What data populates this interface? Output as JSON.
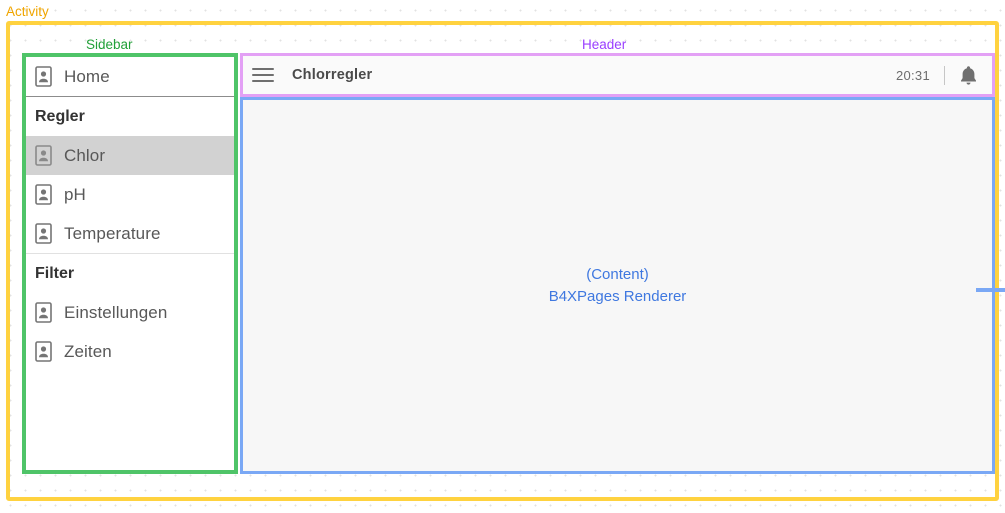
{
  "annotations": {
    "activity": {
      "label": "Activity",
      "color": "#f0a500"
    },
    "sidebar": {
      "label": "Sidebar",
      "color": "#21a038"
    },
    "header": {
      "label": "Header",
      "color": "#9a3fff"
    },
    "content_frame_color": "#7aa8f5"
  },
  "sidebar": {
    "top_item": {
      "label": "Home",
      "icon": "contact-card-icon",
      "selected": false
    },
    "sections": [
      {
        "title": "Regler",
        "items": [
          {
            "label": "Chlor",
            "icon": "contact-card-icon",
            "selected": true
          },
          {
            "label": "pH",
            "icon": "contact-card-icon",
            "selected": false
          },
          {
            "label": "Temperature",
            "icon": "contact-card-icon",
            "selected": false
          }
        ]
      },
      {
        "title": "Filter",
        "items": [
          {
            "label": "Einstellungen",
            "icon": "contact-card-icon",
            "selected": false
          },
          {
            "label": "Zeiten",
            "icon": "contact-card-icon",
            "selected": false
          }
        ]
      }
    ],
    "selected_background": "#d2d2d2"
  },
  "header": {
    "menu_icon": "hamburger-menu-icon",
    "title": "Chlorregler",
    "clock": "20:31",
    "notification_icon": "bell-icon"
  },
  "content": {
    "line1": "(Content)",
    "line2": "B4XPages Renderer",
    "text_color": "#3f78e0"
  }
}
